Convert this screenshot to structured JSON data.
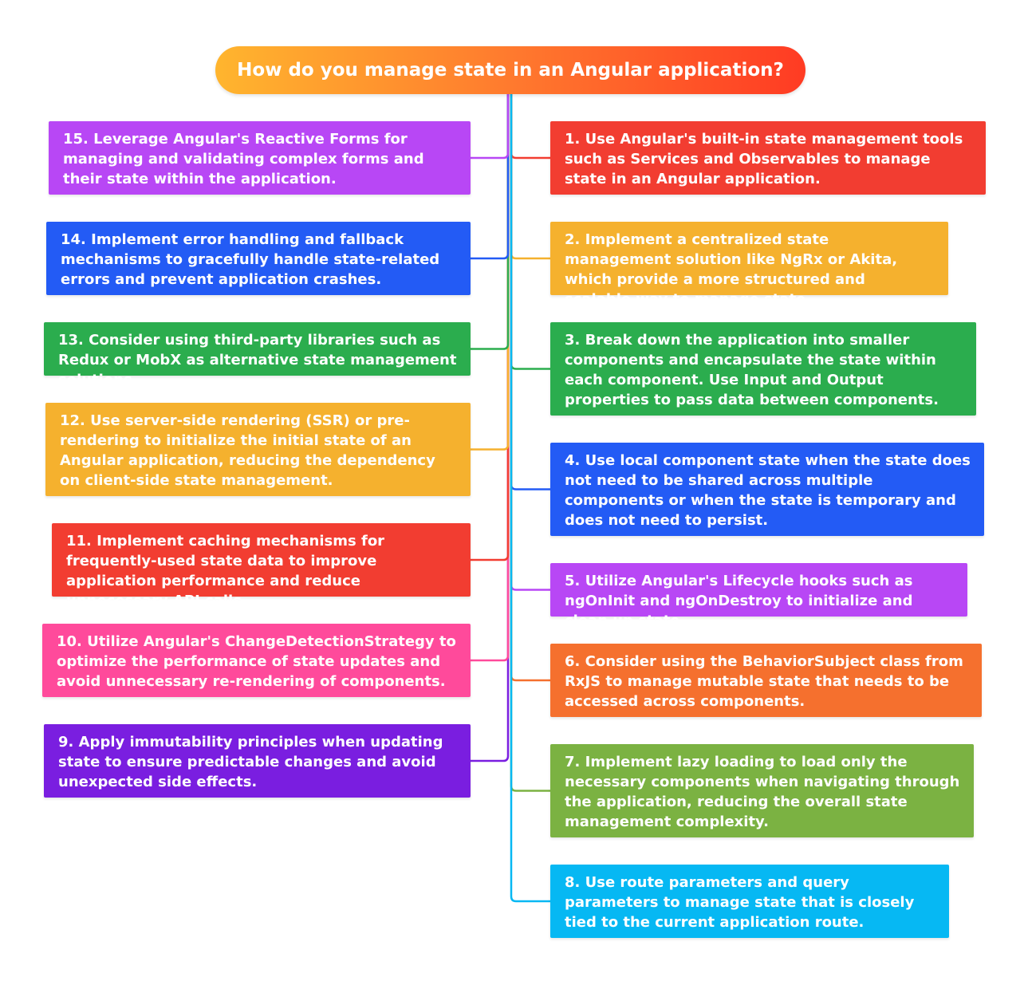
{
  "title": "How do you manage state in an Angular application?",
  "colors": {
    "red": "#f23d31",
    "orange_yellow": "#f5b12e",
    "green": "#2bad4e",
    "blue": "#235bf5",
    "purple": "#b847f5",
    "orange": "#f5702e",
    "olive_green": "#7bb242",
    "cyan": "#06b8f3",
    "pink": "#ff4a9b",
    "violet": "#7a1ee0"
  },
  "nodes": [
    {
      "text": "1. Use Angular's built-in state management tools such as Services and Observables to manage state in an Angular application.",
      "color": "#f23d31",
      "icon": "none"
    },
    {
      "text": "2. Implement a centralized state management solution like NgRx or Akita, which provide a more structured and scalable way to manage state.",
      "color": "#f5b12e",
      "icon": "none"
    },
    {
      "text": "3. Break down the application into smaller components and encapsulate the state within each component. Use Input and Output properties to pass data between components.",
      "color": "#2bad4e",
      "icon": "none"
    },
    {
      "text": "4. Use local component state when the state does not need to be shared across multiple components or when the state is temporary and does not need to persist.",
      "color": "#235bf5",
      "icon": "none"
    },
    {
      "text": "5. Utilize Angular's Lifecycle hooks such as ngOnInit and ngOnDestroy to initialize and clean up state.",
      "color": "#b847f5",
      "icon": "none"
    },
    {
      "text": "6. Consider using the BehaviorSubject class from RxJS to manage mutable state that needs to be accessed across components.",
      "color": "#f5702e",
      "icon": "none"
    },
    {
      "text": "7. Implement lazy loading to load only the necessary components when navigating through the application, reducing the overall state management complexity.",
      "color": "#7bb242",
      "icon": "none"
    },
    {
      "text": "8. Use route parameters and query parameters to manage state that is closely tied to the current application route.",
      "color": "#06b8f3",
      "icon": "none"
    },
    {
      "text": "9. Apply immutability principles when updating state to ensure predictable changes and avoid unexpected side effects.",
      "color": "#7a1ee0",
      "icon": "none"
    },
    {
      "text": "10. Utilize Angular's ChangeDetectionStrategy to optimize the performance of state updates and avoid unnecessary re-rendering of components.",
      "color": "#ff4a9b",
      "icon": "none"
    },
    {
      "text": "11. Implement caching mechanisms for frequently-used state data to improve application performance and reduce unnecessary API calls.",
      "color": "#f23d31",
      "icon": "none"
    },
    {
      "text": "12. Use server-side rendering (SSR) or pre-rendering to initialize the initial state of an Angular application, reducing the dependency on client-side state management.",
      "color": "#f5b12e",
      "icon": "none"
    },
    {
      "text": "13. Consider using third-party libraries such as Redux or MobX as alternative state management solutions.",
      "color": "#2bad4e",
      "icon": "none"
    },
    {
      "text": "14. Implement error handling and fallback mechanisms to gracefully handle state-related errors and prevent application crashes.",
      "color": "#235bf5",
      "icon": "none"
    },
    {
      "text": "15. Leverage Angular's Reactive Forms for managing and validating complex forms and their state within the application.",
      "color": "#b847f5",
      "icon": "none"
    }
  ]
}
